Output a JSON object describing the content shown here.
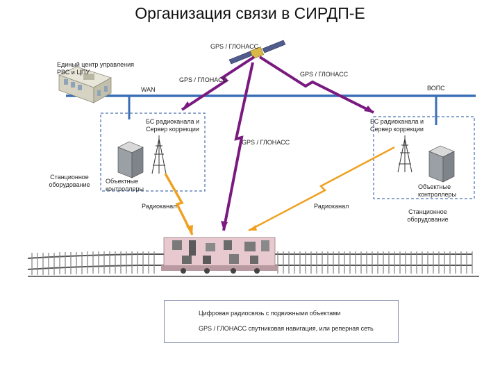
{
  "title": "Организация связи в СИРДП-Е",
  "labels": {
    "gps_top": "GPS / ГЛОНАСС",
    "gps_left": "GPS / ГЛОНАСС",
    "gps_right": "GPS / ГЛОНАСС",
    "gps_middle": "GPS / ГЛОНАСС",
    "center_line1": "Единый центр управления",
    "center_line2": "РВС и ЦПУ",
    "wan": "WAN",
    "vops": "ВОПС",
    "bs_left_line1": "БС радиоканала и",
    "bs_left_line2": "Сервер коррекции",
    "bs_right_line1": "БС радиоканала и",
    "bs_right_line2": "Сервер коррекции",
    "station_left_line1": "Станционное",
    "station_left_line2": "оборудование",
    "object_left_line1": "Объектные",
    "object_left_line2": "контроллеры",
    "object_right_line1": "Объектные",
    "object_right_line2": "контроллеры",
    "station_right_line1": "Станционное",
    "station_right_line2": "оборудование",
    "radio_left": "Радиоканал",
    "radio_right": "Радиоканал"
  },
  "legend": {
    "items": [
      {
        "text": "Цифровая радиосвязь с подвижными объектами",
        "color": "#f0a020"
      },
      {
        "text": "GPS / ГЛОНАСС спутниковая навигация, или реперная сеть",
        "color": "#7a1a80"
      }
    ]
  },
  "colors": {
    "network_line": "#3b6fb5",
    "dashed_box": "#4a6fb0",
    "radio": "#f0a020",
    "gps": "#7a1a80"
  }
}
